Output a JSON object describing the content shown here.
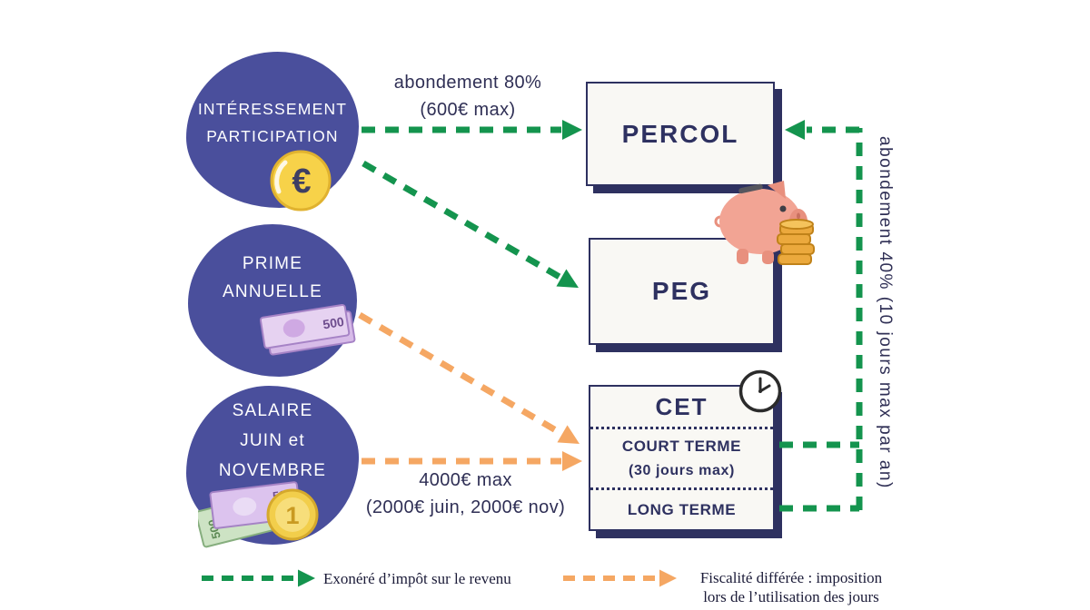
{
  "colors": {
    "blob": "#4A4F9C",
    "navy": "#2E3160",
    "green": "#14944E",
    "orange": "#F5A763",
    "box_bg": "#F9F8F4",
    "ink": "#2F2F55",
    "text_dark": "#1B1B38",
    "coin_gold": "#F7D249",
    "coin_edge": "#E0B22F",
    "pig_pink": "#F2A494",
    "pig_dark": "#E8907E"
  },
  "sources": {
    "interessement": {
      "label": "INTÉRESSEMENT\nPARTICIPATION",
      "icon": "euro-coin"
    },
    "prime": {
      "label": "PRIME\nANNUELLE",
      "icon": "banknote-stack"
    },
    "salaire": {
      "label": "SALAIRE\nJUIN et\nNOVEMBRE",
      "icon": "banknotes-and-coin"
    }
  },
  "destinations": {
    "percol": {
      "label": "PERCOL"
    },
    "peg": {
      "label": "PEG"
    },
    "cet": {
      "title": "CET",
      "court_terme": "COURT TERME",
      "court_terme_sub": "(30 jours max)",
      "long_terme": "LONG TERME"
    }
  },
  "labels": {
    "abondement_80": "abondement 80%\n(600€ max)",
    "salaire_max": "4000€ max\n(2000€ juin, 2000€ nov)",
    "abondement_40": "abondement 40% (10 jours  max par an)"
  },
  "legend": {
    "green": "Exonéré d’impôt sur le revenu",
    "orange": "Fiscalité différée : imposition\nlors de l’utilisation des jours"
  },
  "icon_text": {
    "euro": "€",
    "note_500": "500",
    "coin_one": "1"
  }
}
